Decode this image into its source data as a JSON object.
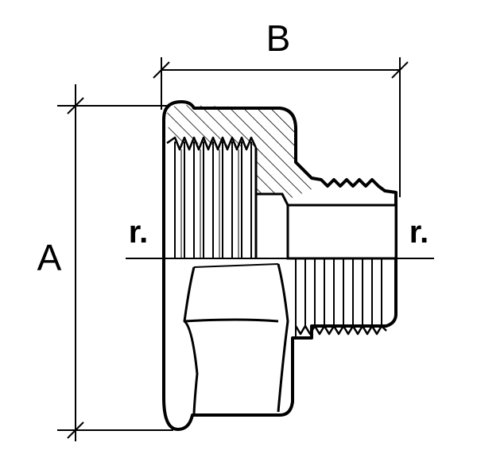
{
  "labels": {
    "width_dimension": "B",
    "height_dimension": "A",
    "thread_left": "r.",
    "thread_right": "r."
  }
}
